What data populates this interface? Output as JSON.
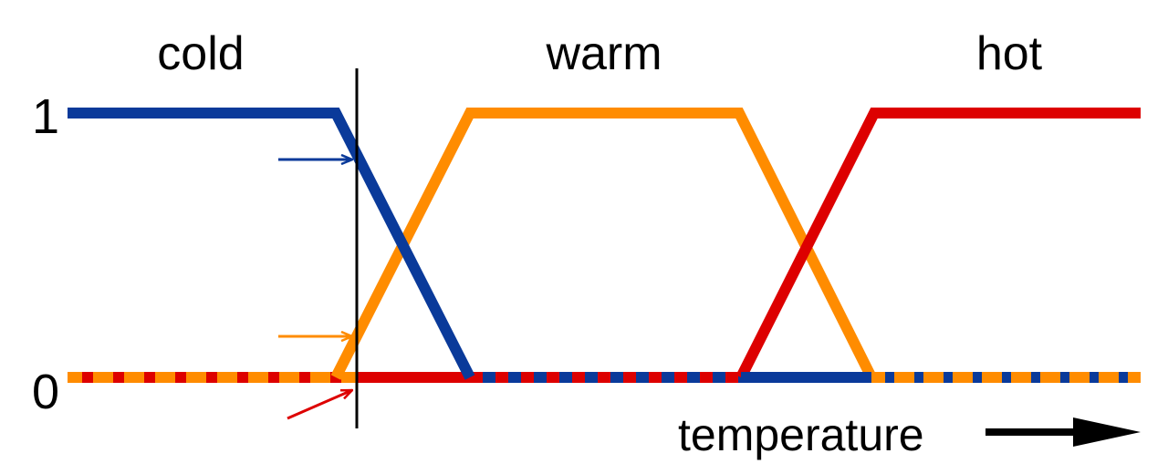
{
  "labels": {
    "cold": "cold",
    "warm": "warm",
    "hot": "hot",
    "tick_one": "1",
    "tick_zero": "0",
    "axis": "temperature"
  },
  "colors": {
    "cold": "#0a3a9a",
    "warm": "#ff8c00",
    "hot": "#dd0000",
    "axis": "#000000",
    "background": "#ffffff"
  },
  "icons": {
    "axis_arrow": "arrow-right-icon",
    "pointer": "arrow-pointer-icon"
  },
  "readings": {
    "cold": 0.8,
    "warm": 0.15,
    "hot": 0
  }
}
